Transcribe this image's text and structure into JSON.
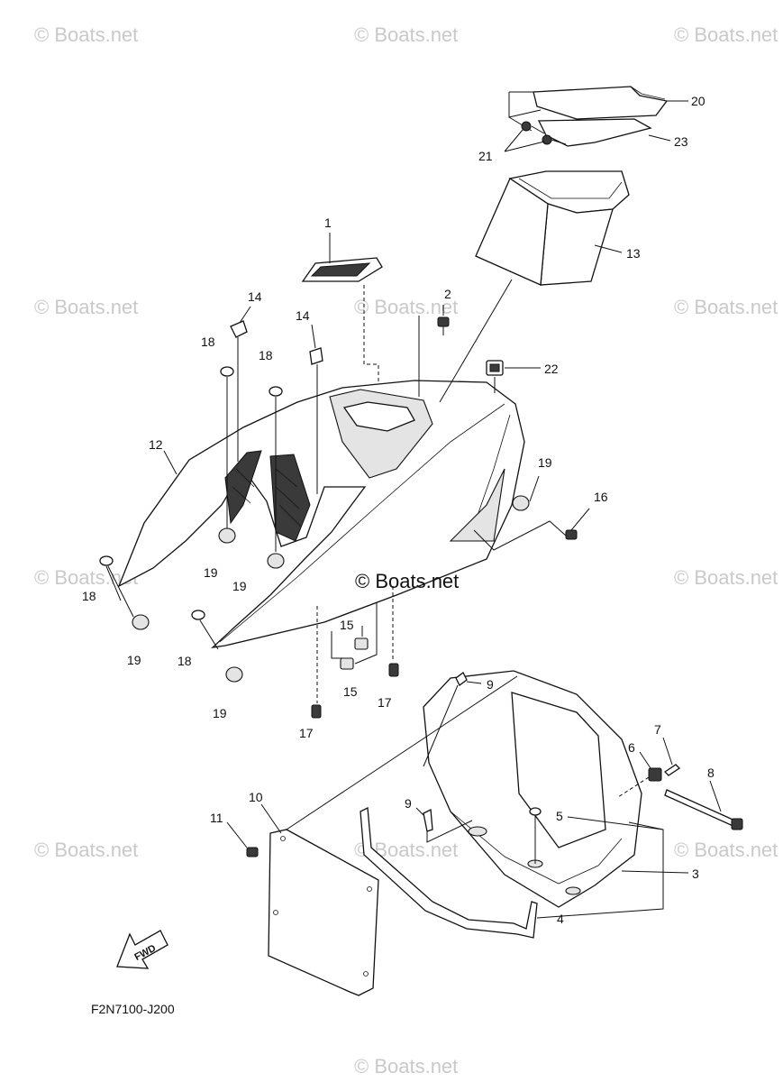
{
  "watermarks": [
    "© Boats.net",
    "© Boats.net",
    "© Boats.net",
    "© Boats.net",
    "© Boats.net",
    "© Boats.net",
    "© Boats.net",
    "© Boats.net",
    "© Boats.net",
    "© Boats.net",
    "© Boats.net",
    "© Boats.net"
  ],
  "center_watermark": "© Boats.net",
  "diagram_code": "F2N7100-J200",
  "fwd_arrow": "FWD",
  "callouts": [
    "1",
    "2",
    "3",
    "4",
    "5",
    "6",
    "7",
    "8",
    "9",
    "9",
    "10",
    "11",
    "12",
    "13",
    "14",
    "14",
    "15",
    "15",
    "16",
    "17",
    "17",
    "18",
    "18",
    "18",
    "18",
    "19",
    "19",
    "19",
    "19",
    "19",
    "20",
    "21",
    "22",
    "23"
  ]
}
